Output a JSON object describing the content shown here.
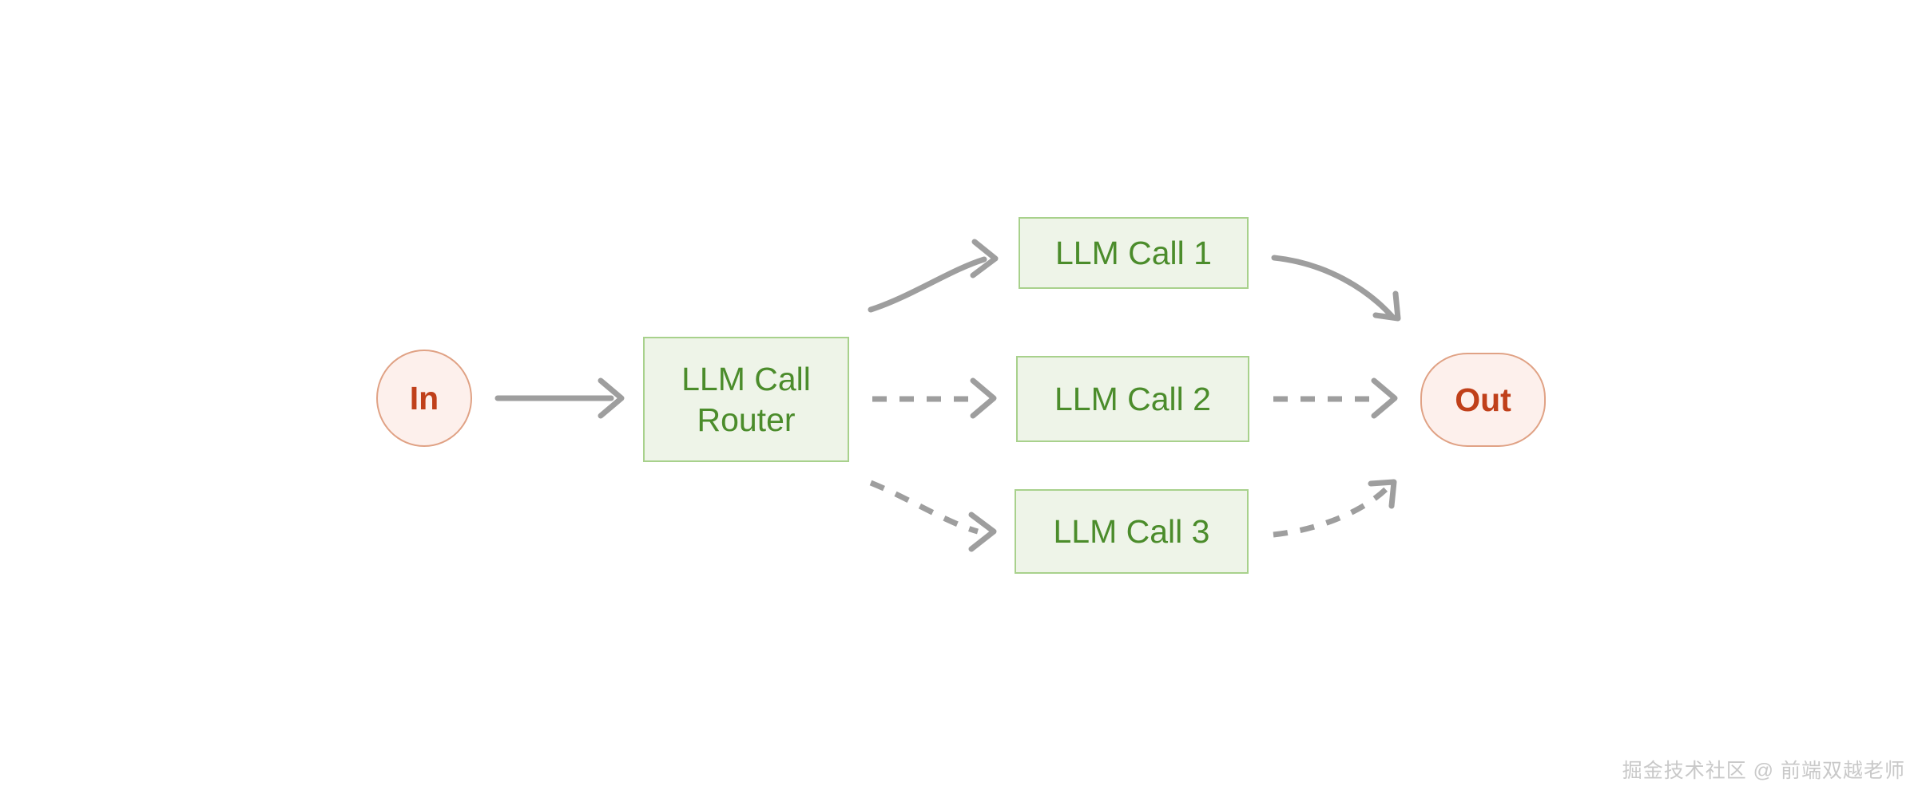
{
  "diagram": {
    "title": "LLM Call Router",
    "type": "flowchart",
    "orientation": "left-to-right",
    "background_color": "#ffffff",
    "colors": {
      "terminal_fill": "#fdf0ec",
      "terminal_border": "#e0a285",
      "terminal_text": "#c0401a",
      "process_fill": "#eef4e8",
      "process_border": "#a8d18c",
      "process_text": "#4b8c2b",
      "edge": "#9e9e9e",
      "watermark": "#c9c9c9"
    },
    "nodes": [
      {
        "id": "in",
        "label": "In",
        "shape": "circle",
        "role": "terminal-start"
      },
      {
        "id": "router",
        "label": "LLM Call Router",
        "label_lines": [
          "LLM Call",
          "Router"
        ],
        "shape": "rectangle",
        "role": "process"
      },
      {
        "id": "call1",
        "label": "LLM Call 1",
        "shape": "rectangle",
        "role": "process"
      },
      {
        "id": "call2",
        "label": "LLM Call 2",
        "shape": "rectangle",
        "role": "process"
      },
      {
        "id": "call3",
        "label": "LLM Call 3",
        "shape": "rectangle",
        "role": "process"
      },
      {
        "id": "out",
        "label": "Out",
        "shape": "stadium",
        "role": "terminal-end"
      }
    ],
    "edges": [
      {
        "id": "in-router",
        "from": "in",
        "to": "router",
        "style": "solid",
        "curve": "straight"
      },
      {
        "id": "router-call1",
        "from": "router",
        "to": "call1",
        "style": "solid",
        "curve": "arc-up"
      },
      {
        "id": "router-call2",
        "from": "router",
        "to": "call2",
        "style": "dashed",
        "curve": "straight"
      },
      {
        "id": "router-call3",
        "from": "router",
        "to": "call3",
        "style": "dashed",
        "curve": "arc-down"
      },
      {
        "id": "call1-out",
        "from": "call1",
        "to": "out",
        "style": "solid",
        "curve": "arc-down"
      },
      {
        "id": "call2-out",
        "from": "call2",
        "to": "out",
        "style": "dashed",
        "curve": "straight"
      },
      {
        "id": "call3-out",
        "from": "call3",
        "to": "out",
        "style": "dashed",
        "curve": "arc-up"
      }
    ]
  },
  "watermark": {
    "text": "掘金技术社区 @ 前端双越老师"
  }
}
